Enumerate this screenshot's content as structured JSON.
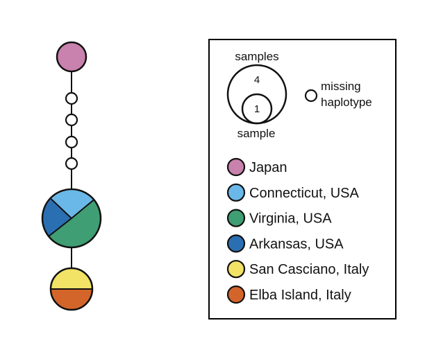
{
  "legend": {
    "samples_label": "samples",
    "sample_label": "sample",
    "large_count": "4",
    "small_count": "1",
    "missing_label_line1": "missing",
    "missing_label_line2": "haplotype",
    "locations": [
      {
        "name": "Japan",
        "color": "#c981ad"
      },
      {
        "name": "Connecticut, USA",
        "color": "#6ab8e8"
      },
      {
        "name": "Virginia, USA",
        "color": "#3f9e73"
      },
      {
        "name": "Arkansas, USA",
        "color": "#2b6fb3"
      },
      {
        "name": "San Casciano, Italy",
        "color": "#f2e266"
      },
      {
        "name": "Elba Island, Italy",
        "color": "#d4652a"
      }
    ]
  },
  "network": {
    "haplotypes": [
      {
        "name": "haplotype-japan",
        "samples": 1,
        "composition": [
          {
            "location": "Japan",
            "count": 1
          }
        ]
      },
      {
        "name": "haplotype-usa",
        "samples": 4,
        "composition": [
          {
            "location": "Connecticut, USA",
            "count": 1
          },
          {
            "location": "Virginia, USA",
            "count": 2
          },
          {
            "location": "Arkansas, USA",
            "count": 1
          }
        ]
      },
      {
        "name": "haplotype-italy",
        "samples": 2,
        "composition": [
          {
            "location": "San Casciano, Italy",
            "count": 1
          },
          {
            "location": "Elba Island, Italy",
            "count": 1
          }
        ]
      }
    ],
    "missing_haplotypes": 4
  }
}
